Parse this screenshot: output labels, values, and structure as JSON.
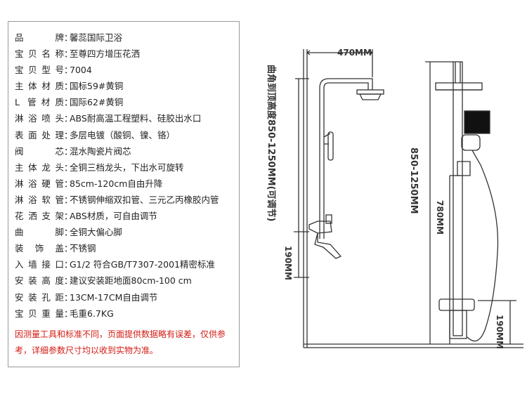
{
  "specs": [
    {
      "key": "品 牌",
      "value": "馨蕊国际卫浴"
    },
    {
      "key": "宝贝名称",
      "value": "至尊四方增压花洒"
    },
    {
      "key": "宝贝型号",
      "value": "7004"
    },
    {
      "key": "主体材质",
      "value": "国标59#黄铜"
    },
    {
      "key": "L 管材质",
      "value": "国际62#黄铜"
    },
    {
      "key": "淋浴喷头",
      "value": "ABS耐高温工程塑料、硅胶出水口"
    },
    {
      "key": "表面处理",
      "value": "多层电镀（酸铜、镍、铬）"
    },
    {
      "key": "阀 芯",
      "value": "混水陶瓷片阀芯"
    },
    {
      "key": "主体龙头",
      "value": "全铜三档龙头，下出水可旋转"
    },
    {
      "key": "淋浴硬管",
      "value": "85cm-120cm自由升降"
    },
    {
      "key": "淋浴软管",
      "value": "不锈钢伸缩双扣管、三元乙丙橡胶内管"
    },
    {
      "key": "花洒支架",
      "value": "ABS材质，可自由调节"
    },
    {
      "key": "曲 脚",
      "value": "全铜大偏心脚"
    },
    {
      "key": "装 饰 盖",
      "value": "不锈钢"
    },
    {
      "key": "入墙接口",
      "value": "G1/2 符合GB/T7307-2001精密标准"
    },
    {
      "key": "安装高度",
      "value": "建议安装距地面80cm-100 cm"
    },
    {
      "key": "安装孔距",
      "value": "13CM-17CM自由调节"
    },
    {
      "key": "宝贝重量",
      "value": "毛重6.7KG"
    }
  ],
  "note": "因测量工具和标准不同，页面提供数据略有误差，仅供参考，详细参数尺寸均以收到实物为准。",
  "diagram": {
    "width_label": "470MM",
    "vertical_label": "曲角到顶高度850-1250MM(可调节)",
    "left_190_label": "190MM",
    "total_label": "850-1250MM",
    "mid_label": "780MM",
    "bottom_190_label": "190MM"
  },
  "colors": {
    "note": "#d21a12",
    "line": "#333333",
    "border": "#9a9a9a"
  }
}
